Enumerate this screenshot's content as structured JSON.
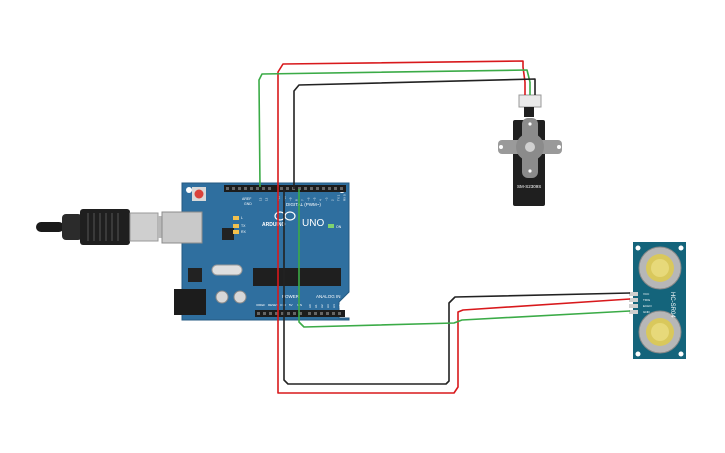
{
  "arduino": {
    "brand": "ARDUINO",
    "model": "UNO",
    "digital_label": "DIGITAL (PWM~)",
    "analog_label": "ANALOG IN",
    "power_label": "POWER",
    "on_label": "ON",
    "tx_label": "TX",
    "rx_label": "RX",
    "l_label": "L",
    "aref_label": "AREF",
    "gnd_label": "GND",
    "ioref_label": "IOREF",
    "reset_label": "RESET",
    "v33_label": "3.3V",
    "v5_label": "5V",
    "vin_label": "VIN",
    "digital_pins": [
      "13",
      "12",
      "~11",
      "~10",
      "~9",
      "8",
      "7",
      "~6",
      "~5",
      "4",
      "~3",
      "2",
      "TX 1",
      "RX 0"
    ],
    "analog_pins": [
      "A0",
      "A1",
      "A2",
      "A3",
      "A4",
      "A5"
    ]
  },
  "servo": {
    "model_label": "SM-S2309S"
  },
  "sensor": {
    "model_label": "HC-SR04",
    "pins": [
      "VCC",
      "TRIG",
      "ECHO",
      "GND"
    ]
  },
  "colors": {
    "board": "#2f6f9f",
    "wire_red": "#d8191c",
    "wire_green": "#3bab47",
    "wire_black": "#222222",
    "sensor_board": "#14647b"
  }
}
